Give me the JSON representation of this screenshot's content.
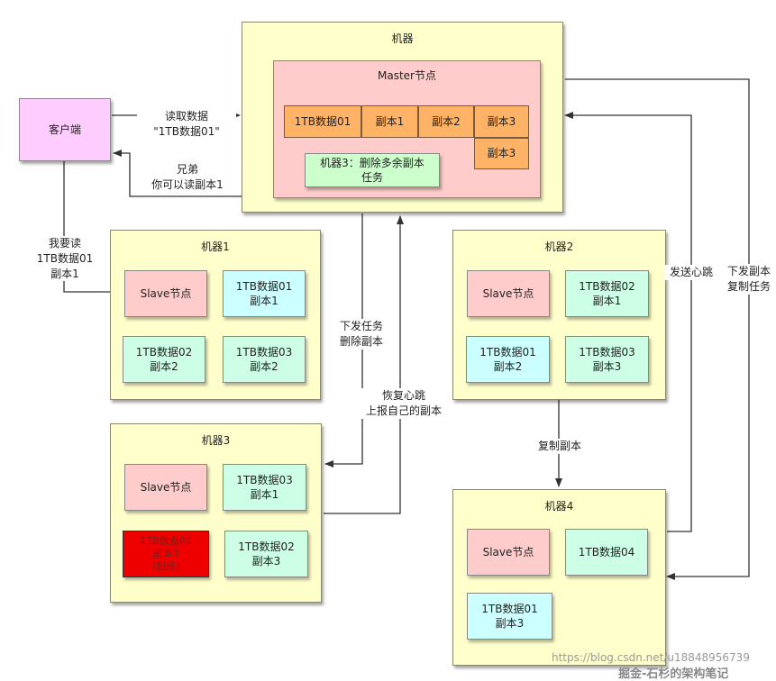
{
  "nodes": {
    "client": "客户端",
    "main_machine": "机器",
    "master": "Master节点",
    "master_data": "1TB数据01",
    "master_r1": "副本1",
    "master_r2": "副本2",
    "master_r3a": "副本3",
    "master_r3b": "副本3",
    "master_task": "机器3：删除多余副本\n任务",
    "m1": {
      "title": "机器1",
      "slave": "Slave节点",
      "a": "1TB数据01\n副本1",
      "b": "1TB数据02\n副本2",
      "c": "1TB数据03\n副本2"
    },
    "m2": {
      "title": "机器2",
      "slave": "Slave节点",
      "a": "1TB数据02\n副本1",
      "b": "1TB数据01\n副本2",
      "c": "1TB数据03\n副本3"
    },
    "m3": {
      "title": "机器3",
      "slave": "Slave节点",
      "a": "1TB数据03\n副本1",
      "b": "1TB数据01\n副本3\n（删除）",
      "c": "1TB数据02\n副本3"
    },
    "m4": {
      "title": "机器4",
      "slave": "Slave节点",
      "a": "1TB数据04",
      "b": "1TB数据01\n副本3"
    }
  },
  "edges": {
    "read_request": "读取数据\n\"1TB数据01\"",
    "reply": "兄弟\n你可以读副本1",
    "client_to_m1": "我要读\n1TB数据01\n副本1",
    "issue_task": "下发任务\n删除副本",
    "heartbeat_recover": "恢复心跳\n上报自己的副本",
    "copy_replica": "复制副本",
    "send_heartbeat": "发送心跳",
    "issue_copy": "下发副本\n复制任务"
  },
  "watermark": {
    "url": "https://blog.csdn.net/u18848956739",
    "sig": "掘金-石杉的架构笔记"
  },
  "colors": {
    "machine": "#ffffcc",
    "master": "#ffcccc",
    "client": "#ffccff",
    "cyan": "#ccffff",
    "green": "#ccffe6",
    "orange": "#ffb366",
    "deleted": "#ee0000"
  }
}
